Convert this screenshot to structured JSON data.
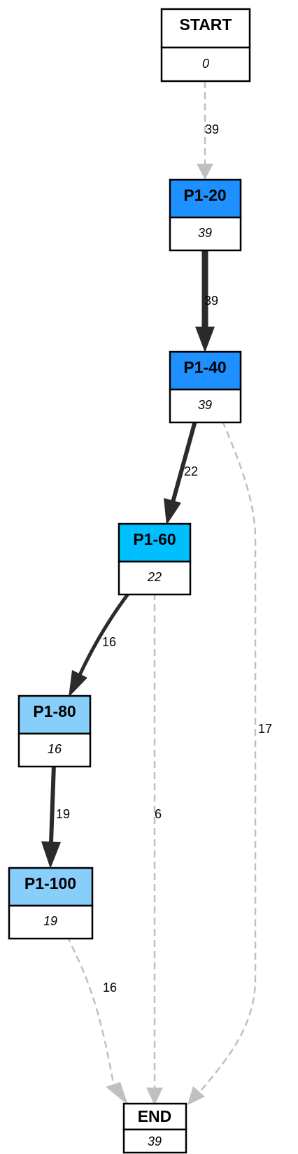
{
  "colors": {
    "blue_dark": "#1e90ff",
    "blue_mid": "#00bfff",
    "blue_light": "#87cefa",
    "white": "#ffffff",
    "solid_edge": "#2b2b2b",
    "dashed_edge": "#c0c0c0"
  },
  "nodes": [
    {
      "id": "start",
      "title": "START",
      "count": "0",
      "fill": "white"
    },
    {
      "id": "p1-20",
      "title": "P1-20",
      "count": "39",
      "fill": "blue_dark"
    },
    {
      "id": "p1-40",
      "title": "P1-40",
      "count": "39",
      "fill": "blue_dark"
    },
    {
      "id": "p1-60",
      "title": "P1-60",
      "count": "22",
      "fill": "blue_mid"
    },
    {
      "id": "p1-80",
      "title": "P1-80",
      "count": "16",
      "fill": "blue_light"
    },
    {
      "id": "p1-100",
      "title": "P1-100",
      "count": "19",
      "fill": "blue_light"
    },
    {
      "id": "end",
      "title": "END",
      "count": "39",
      "fill": "white"
    }
  ],
  "edges": [
    {
      "id": "start-p1-20",
      "from": "START",
      "to": "P1-20",
      "label": "39",
      "style": "dashed"
    },
    {
      "id": "p1-20-p1-40",
      "from": "P1-20",
      "to": "P1-40",
      "label": "39",
      "style": "solid"
    },
    {
      "id": "p1-40-p1-60",
      "from": "P1-40",
      "to": "P1-60",
      "label": "22",
      "style": "solid"
    },
    {
      "id": "p1-40-end",
      "from": "P1-40",
      "to": "END",
      "label": "17",
      "style": "dashed"
    },
    {
      "id": "p1-60-p1-80",
      "from": "P1-60",
      "to": "P1-80",
      "label": "16",
      "style": "solid"
    },
    {
      "id": "p1-60-end",
      "from": "P1-60",
      "to": "END",
      "label": "6",
      "style": "dashed"
    },
    {
      "id": "p1-80-p1-100",
      "from": "P1-80",
      "to": "P1-100",
      "label": "19",
      "style": "solid"
    },
    {
      "id": "p1-100-end",
      "from": "P1-100",
      "to": "END",
      "label": "16",
      "style": "dashed"
    }
  ]
}
